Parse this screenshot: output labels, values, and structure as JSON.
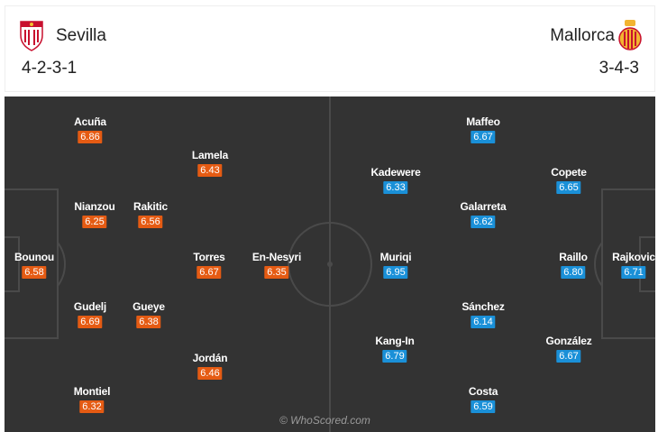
{
  "home": {
    "name": "Sevilla",
    "formation": "4-2-3-1",
    "crest_icon": "sevilla-crest-icon",
    "rating_color": "#e55b13",
    "players": [
      {
        "name": "Bounou",
        "rating": "6.58"
      },
      {
        "name": "Acuña",
        "rating": "6.86"
      },
      {
        "name": "Nianzou",
        "rating": "6.25"
      },
      {
        "name": "Gudelj",
        "rating": "6.69"
      },
      {
        "name": "Montiel",
        "rating": "6.32"
      },
      {
        "name": "Rakitic",
        "rating": "6.56"
      },
      {
        "name": "Gueye",
        "rating": "6.38"
      },
      {
        "name": "Lamela",
        "rating": "6.43"
      },
      {
        "name": "Torres",
        "rating": "6.67"
      },
      {
        "name": "Jordán",
        "rating": "6.46"
      },
      {
        "name": "En-Nesyri",
        "rating": "6.35"
      }
    ]
  },
  "away": {
    "name": "Mallorca",
    "formation": "3-4-3",
    "crest_icon": "mallorca-crest-icon",
    "rating_color": "#1a90d8",
    "players": [
      {
        "name": "Rajkovic",
        "rating": "6.71"
      },
      {
        "name": "Copete",
        "rating": "6.65"
      },
      {
        "name": "Raillo",
        "rating": "6.80"
      },
      {
        "name": "González",
        "rating": "6.67"
      },
      {
        "name": "Maffeo",
        "rating": "6.67"
      },
      {
        "name": "Galarreta",
        "rating": "6.62"
      },
      {
        "name": "Sánchez",
        "rating": "6.14"
      },
      {
        "name": "Costa",
        "rating": "6.59"
      },
      {
        "name": "Kadewere",
        "rating": "6.33"
      },
      {
        "name": "Muriqi",
        "rating": "6.95"
      },
      {
        "name": "Kang-In",
        "rating": "6.79"
      }
    ]
  },
  "pitch_color": "#333333",
  "watermark": "© WhoScored.com"
}
